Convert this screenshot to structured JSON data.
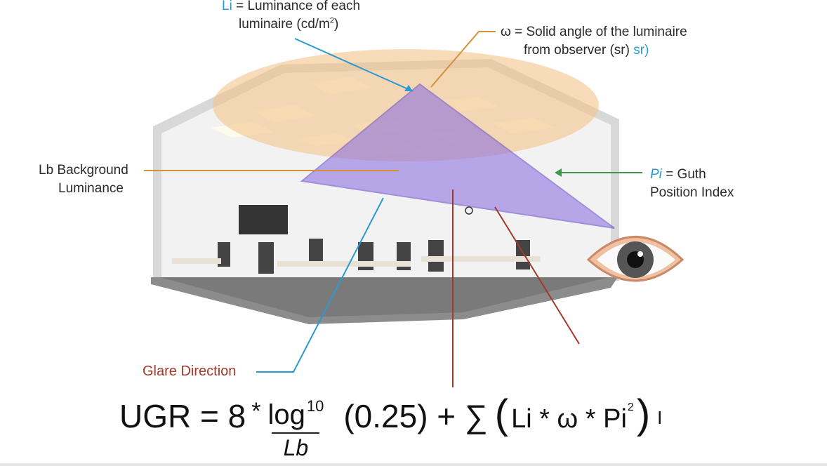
{
  "labels": {
    "li_symbol": "Li",
    "li_text_1": "= Luminance of each",
    "li_text_2": "luminaire (cd/m",
    "li_text_sup": "2",
    "li_text_end": ")",
    "omega_text_1": "ω = Solid angle of the luminaire",
    "omega_text_2": "from observer (sr)",
    "omega_text_unit": "sr)",
    "lb_text_1": "Lb Background",
    "lb_text_2": "Luminance",
    "pi_symbol": "Pi",
    "pi_text_1": "= Guth",
    "pi_text_2": "Position Index",
    "glare_direction": "Glare Direction"
  },
  "formula": {
    "lhs": "UGR = 8",
    "star": "*",
    "log": "log",
    "log_sup": "10",
    "denominator": "Lb",
    "constant": "(0.25) + ∑",
    "term_open": "(",
    "term": "Li * ω * Pi",
    "term_sup": "2",
    "term_close": ")",
    "tail": "I"
  },
  "colors": {
    "li_blue": "#2a9ad0",
    "omega_orange": "#d4913a",
    "lb_orange": "#d4913a",
    "pi_green": "#3a9a4a",
    "glare_red": "#a03a2a",
    "cone_purple": "#8f72e0",
    "ceiling_glow": "#f3c48c"
  }
}
